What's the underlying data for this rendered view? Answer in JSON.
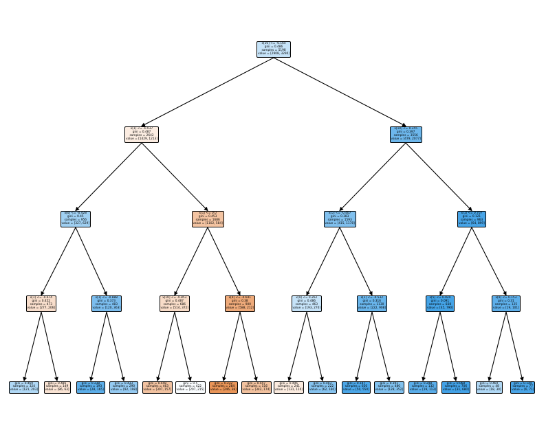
{
  "nodes": [
    {
      "id": "n0",
      "lines": [
        "x[10] <= -0.164",
        "gini = 0.486",
        "samples = 5198",
        "value = [2908, 3290]"
      ],
      "color": "#c6e3f8"
    },
    {
      "id": "n1",
      "lines": [
        "x[1] <= -0.037",
        "gini = 0.487",
        "samples = 2642",
        "value = [1429, 1213]"
      ],
      "color": "#fbece1"
    },
    {
      "id": "n2",
      "lines": [
        "x[10] <= 0.355",
        "gini = 0.397",
        "samples = 3556",
        "value = [479, 2077]"
      ],
      "color": "#6db7ec"
    },
    {
      "id": "n3",
      "lines": [
        "x[0] <= -0.428",
        "gini = 0.45",
        "samples = 956",
        "value = [327, 629]"
      ],
      "color": "#a0d0f2"
    },
    {
      "id": "n4",
      "lines": [
        "x[1] <= 0.0",
        "gini = 0.453",
        "samples = 1686",
        "value = [1102, 584]"
      ],
      "color": "#f4c4a2"
    },
    {
      "id": "n5",
      "lines": [
        "x[5] <= -0.407",
        "gini = 0.383",
        "samples = 1593",
        "value = [415, 1178]"
      ],
      "color": "#80c0ee"
    },
    {
      "id": "n6",
      "lines": [
        "x[1] <= 0.707",
        "gini = 0.121",
        "samples = 963",
        "value = [64, 899]"
      ],
      "color": "#47a4e7"
    },
    {
      "id": "n7",
      "lines": [
        "x[1] <= -0.674",
        "gini = 0.452",
        "samples = 473",
        "value = [277, 206]"
      ],
      "color": "#f8decc"
    },
    {
      "id": "n8",
      "lines": [
        "x[1] <= -0.888",
        "gini = 0.373",
        "samples = 483",
        "value = [120, 363]"
      ],
      "color": "#7bbdee"
    },
    {
      "id": "n9",
      "lines": [
        "x[10] <= -0.853",
        "gini = 0.487",
        "samples = 686",
        "value = [514, 372]"
      ],
      "color": "#f8dcc8"
    },
    {
      "id": "n10",
      "lines": [
        "x[9] <= -0.641",
        "gini = 0.38",
        "samples = 900",
        "value = [588, 212]"
      ],
      "color": "#eeaa7a"
    },
    {
      "id": "n11",
      "lines": [
        "x[9] <= 0.262",
        "gini = 0.486",
        "samples = 463",
        "value = [193, 270]"
      ],
      "color": "#c6e3f8"
    },
    {
      "id": "n12",
      "lines": [
        "x[1] <= -0.532",
        "gini = 0.316",
        "samples = 1130",
        "value = [222, 908]"
      ],
      "color": "#69b5eb"
    },
    {
      "id": "n13",
      "lines": [
        "x[5] <= 0.024",
        "gini = 0.091",
        "samples = 838",
        "value = [45, 790]"
      ],
      "color": "#44a3e6"
    },
    {
      "id": "n14",
      "lines": [
        "x[9] <= 0.153",
        "gini = 0.31",
        "samples = 125",
        "value = [19, 101]"
      ],
      "color": "#5eafea"
    },
    {
      "id": "n15",
      "lines": [
        "gini = 0.469",
        "samples = 324",
        "value = [121, 203]"
      ],
      "color": "#b0d8f5"
    },
    {
      "id": "n16",
      "lines": [
        "gini = 0.486",
        "samples = 149",
        "value = [86, 63]"
      ],
      "color": "#f9e3d3"
    },
    {
      "id": "n17",
      "lines": [
        "gini = 0.238",
        "samples = 193",
        "value = [28, 165]"
      ],
      "color": "#5caee9"
    },
    {
      "id": "n18",
      "lines": [
        "gini = 0.433",
        "samples = 290",
        "value = [92, 198]"
      ],
      "color": "#95caf1"
    },
    {
      "id": "n19",
      "lines": [
        "gini = 0.448",
        "samples = 463",
        "value = [307, 157]"
      ],
      "color": "#f2c2a0"
    },
    {
      "id": "n20",
      "lines": [
        "gini = 0.5",
        "samples = 422",
        "value = [207, 215]"
      ],
      "color": "#f9fcfe"
    },
    {
      "id": "n21",
      "lines": [
        "gini = 0.232",
        "samples = 284",
        "value = [246, 38]"
      ],
      "color": "#e99558"
    },
    {
      "id": "n22",
      "lines": [
        "gini = 0.447",
        "samples = 516",
        "value = [342, 174]"
      ],
      "color": "#f2c19e"
    },
    {
      "id": "n23",
      "lines": [
        "gini = 0.496",
        "samples = 241",
        "value = [131, 110]"
      ],
      "color": "#fbebdf"
    },
    {
      "id": "n24",
      "lines": [
        "gini = 0.403",
        "samples = 222",
        "value = [62, 160]"
      ],
      "color": "#86c3ef"
    },
    {
      "id": "n25",
      "lines": [
        "gini = 0.147",
        "samples = 650",
        "value = [50, 550]"
      ],
      "color": "#4ba6e7"
    },
    {
      "id": "n26",
      "lines": [
        "gini = 0.391",
        "samples = 480",
        "value = [128, 352]"
      ],
      "color": "#81c1ee"
    },
    {
      "id": "n27",
      "lines": [
        "gini = 0.248",
        "samples = 132",
        "value = [19, 113]"
      ],
      "color": "#5aade9"
    },
    {
      "id": "n28",
      "lines": [
        "gini = 0.068",
        "samples = 706",
        "value = [31, 680]"
      ],
      "color": "#42a1e6"
    },
    {
      "id": "n29",
      "lines": [
        "gini = 0.469",
        "samples = 48",
        "value = [18, 30]"
      ],
      "color": "#b0d8f5"
    },
    {
      "id": "n30",
      "lines": [
        "gini = 0.144",
        "samples = 77",
        "value = [6, 71]"
      ],
      "color": "#4aa5e7"
    }
  ],
  "edges": [
    [
      "n0",
      "n1"
    ],
    [
      "n0",
      "n2"
    ],
    [
      "n1",
      "n3"
    ],
    [
      "n1",
      "n4"
    ],
    [
      "n2",
      "n5"
    ],
    [
      "n2",
      "n6"
    ],
    [
      "n3",
      "n7"
    ],
    [
      "n3",
      "n8"
    ],
    [
      "n4",
      "n9"
    ],
    [
      "n4",
      "n10"
    ],
    [
      "n5",
      "n11"
    ],
    [
      "n5",
      "n12"
    ],
    [
      "n6",
      "n13"
    ],
    [
      "n6",
      "n14"
    ],
    [
      "n7",
      "n15"
    ],
    [
      "n7",
      "n16"
    ],
    [
      "n8",
      "n17"
    ],
    [
      "n8",
      "n18"
    ],
    [
      "n9",
      "n19"
    ],
    [
      "n9",
      "n20"
    ],
    [
      "n10",
      "n21"
    ],
    [
      "n10",
      "n22"
    ],
    [
      "n11",
      "n23"
    ],
    [
      "n11",
      "n24"
    ],
    [
      "n12",
      "n25"
    ],
    [
      "n12",
      "n26"
    ],
    [
      "n13",
      "n27"
    ],
    [
      "n13",
      "n28"
    ],
    [
      "n14",
      "n29"
    ],
    [
      "n14",
      "n30"
    ]
  ]
}
